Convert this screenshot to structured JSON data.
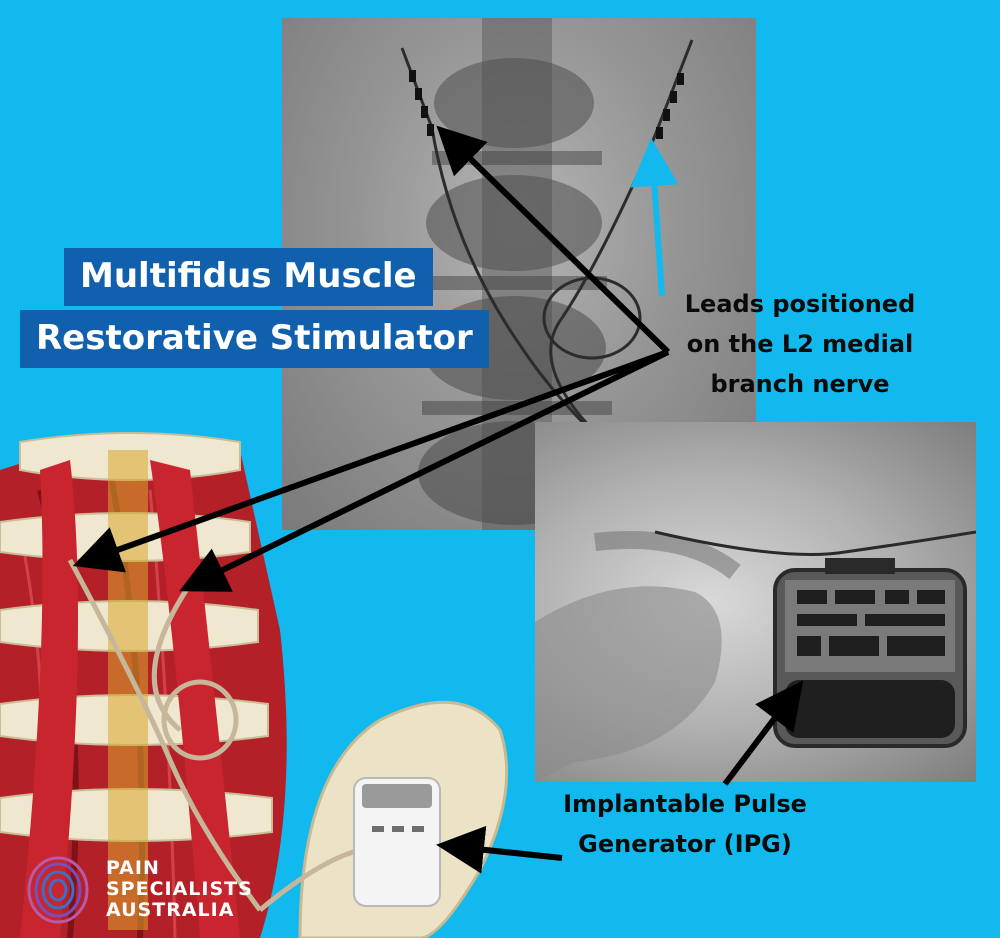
{
  "title": {
    "line1": "Multifidus Muscle",
    "line2": "Restorative Stimulator"
  },
  "callouts": {
    "leads": [
      "Leads positioned",
      "on the L2 medial",
      "branch nerve"
    ],
    "ipg": [
      "Implantable Pulse",
      "Generator (IPG)"
    ]
  },
  "logo": {
    "line1": "PAIN",
    "line2": "SPECIALISTS",
    "line3": "AUSTRALIA"
  },
  "colors": {
    "background": "#11b9ef",
    "title_box": "#1060ad",
    "title_text": "#ffffff",
    "arrow_black": "#000000",
    "arrow_blue": "#11b9ef"
  }
}
